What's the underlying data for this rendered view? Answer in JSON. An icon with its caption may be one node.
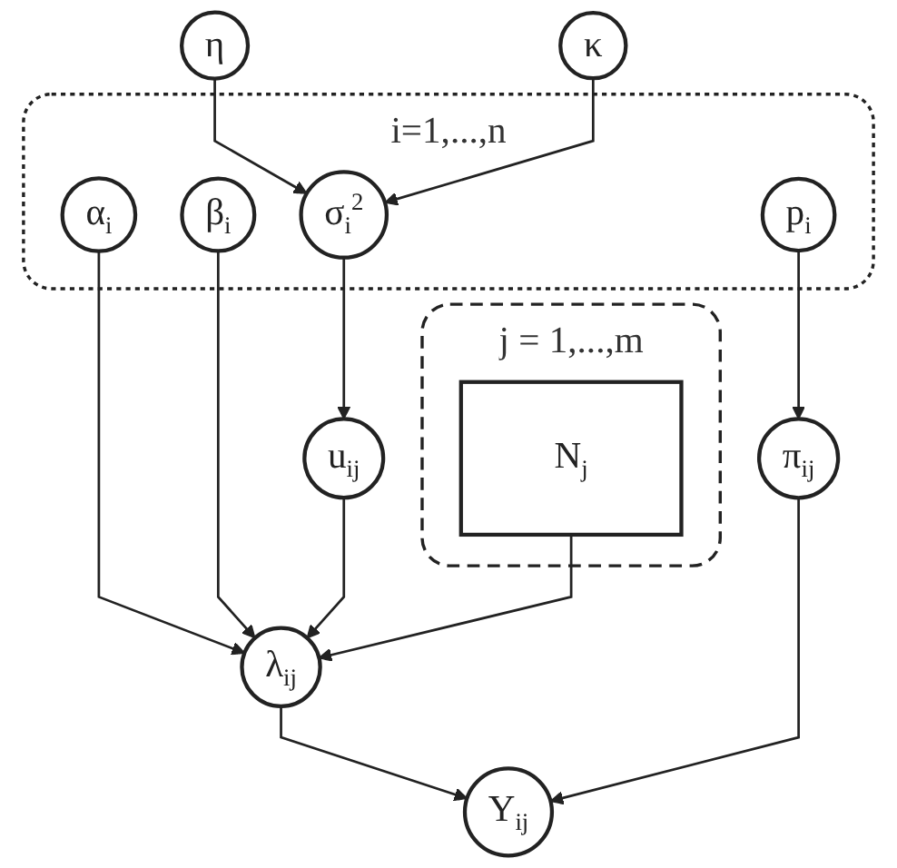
{
  "diagram": {
    "nodes": [
      {
        "text": [
          "η"
        ]
      },
      {
        "text": [
          "κ"
        ]
      },
      {
        "text": [
          "i=1,...,n"
        ]
      },
      {
        "text": [
          "σ$_{i}$$^{2}$"
        ],
        "in": 2
      },
      {
        "text": [
          "α$_{i}$"
        ],
        "in": 2
      },
      {
        "text": [
          "β$_{i}$"
        ],
        "in": 2
      },
      {
        "text": [
          "j = 1,...,m"
        ]
      },
      {
        "text": [
          "u$_{ij}$"
        ]
      },
      {
        "text": [
          "λ$_{ij}$"
        ]
      },
      {
        "text": [
          "N$_{j}$"
        ],
        "in": 6
      },
      {
        "text": [
          "p$_{i}$"
        ],
        "in": 2
      },
      {
        "text": [
          "π$_{ij}$"
        ]
      },
      {
        "text": [
          "Y$_{ij}$"
        ]
      }
    ],
    "edges": [
      {
        "from": 0,
        "to": 3,
        "arrow": "to"
      },
      {
        "from": 1,
        "to": 3,
        "arrow": "to"
      },
      {
        "from": 3,
        "to": 7,
        "arrow": "to"
      },
      {
        "from": 4,
        "to": 8,
        "arrow": "to"
      },
      {
        "from": 5,
        "to": 8,
        "arrow": "to"
      },
      {
        "from": 7,
        "to": 8,
        "arrow": "to"
      },
      {
        "from": 9,
        "to": 8,
        "arrow": "to"
      },
      {
        "from": 8,
        "to": 12,
        "arrow": "to"
      },
      {
        "from": 10,
        "to": 11,
        "arrow": "to"
      },
      {
        "from": 11,
        "to": 12,
        "arrow": "to"
      }
    ]
  }
}
